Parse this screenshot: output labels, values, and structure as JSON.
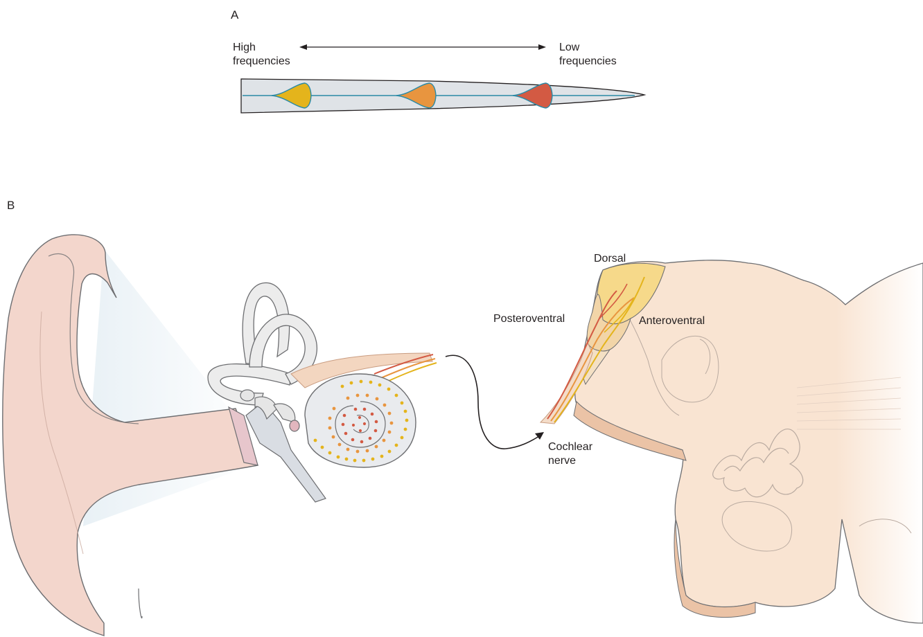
{
  "panel_a": {
    "label": "A",
    "left_label": [
      "High",
      "frequencies"
    ],
    "right_label": [
      "Low",
      "frequencies"
    ]
  },
  "panel_b": {
    "label": "B",
    "labels": {
      "dorsal": "Dorsal",
      "posteroventral": "Posteroventral",
      "anteroventral": "Anteroventral",
      "cochlear_nerve": [
        "Cochlear",
        "nerve"
      ]
    }
  },
  "colors": {
    "high_neuron": "#e4b41c",
    "mid_neuron": "#e8953f",
    "low_neuron": "#d35a43",
    "nerve_line": "#2a8aa6",
    "cochlea_body": "#d9dde3",
    "ear_skin": "#f3d6cc",
    "brainstem": "#f9e4d2",
    "dorsal_nucleus": "#f6d98a"
  }
}
